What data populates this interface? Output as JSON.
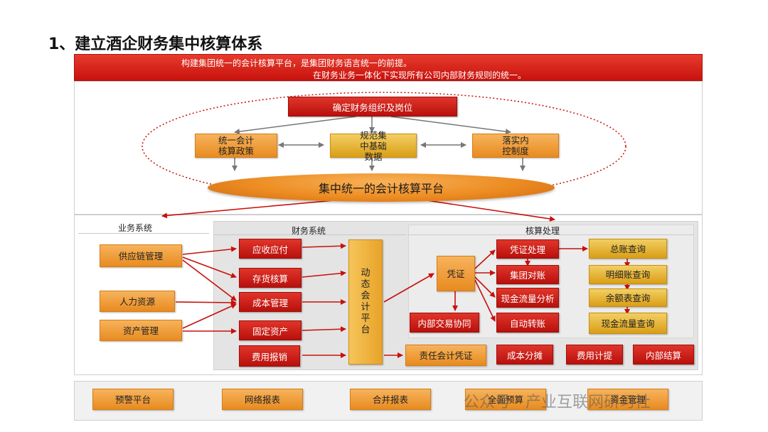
{
  "title": "1、建立酒企财务集中核算体系",
  "banner": {
    "line1": "构建集团统一的会计核算平台，是集团财务语言统一的前提。",
    "line2": "在财务业务一体化下实现所有公司内部财务规则的统一。"
  },
  "top": {
    "org": "确定财务组织及岗位",
    "policy": "统一会计核算政策",
    "basedata": "规范集中基础数据",
    "control": "落实内控制度",
    "platform": "集中统一的会计核算平台"
  },
  "sections": {
    "business": "业务系统",
    "finance": "财务系统",
    "accounting": "核算处理"
  },
  "business_items": [
    "供应链管理",
    "人力资源",
    "资产管理"
  ],
  "finance_items": [
    "应收应付",
    "存货核算",
    "成本管理",
    "固定资产",
    "费用报销"
  ],
  "dynamic_platform": "动态会计平台",
  "voucher": "凭证",
  "internal_trade": "内部交易协同",
  "responsibility_voucher": "责任会计凭证",
  "accounting_items": [
    "凭证处理",
    "集团对账",
    "现金流量分析",
    "自动转账"
  ],
  "query_items": [
    "总账查询",
    "明细账查询",
    "余额表查询",
    "现金流量查询"
  ],
  "bottom_row": [
    "成本分摊",
    "费用计提",
    "内部结算"
  ],
  "footer_items": [
    "预警平台",
    "网络报表",
    "合并报表",
    "全面预算",
    "资金管理"
  ],
  "watermark": "公众号 · 产业互联网研习社"
}
